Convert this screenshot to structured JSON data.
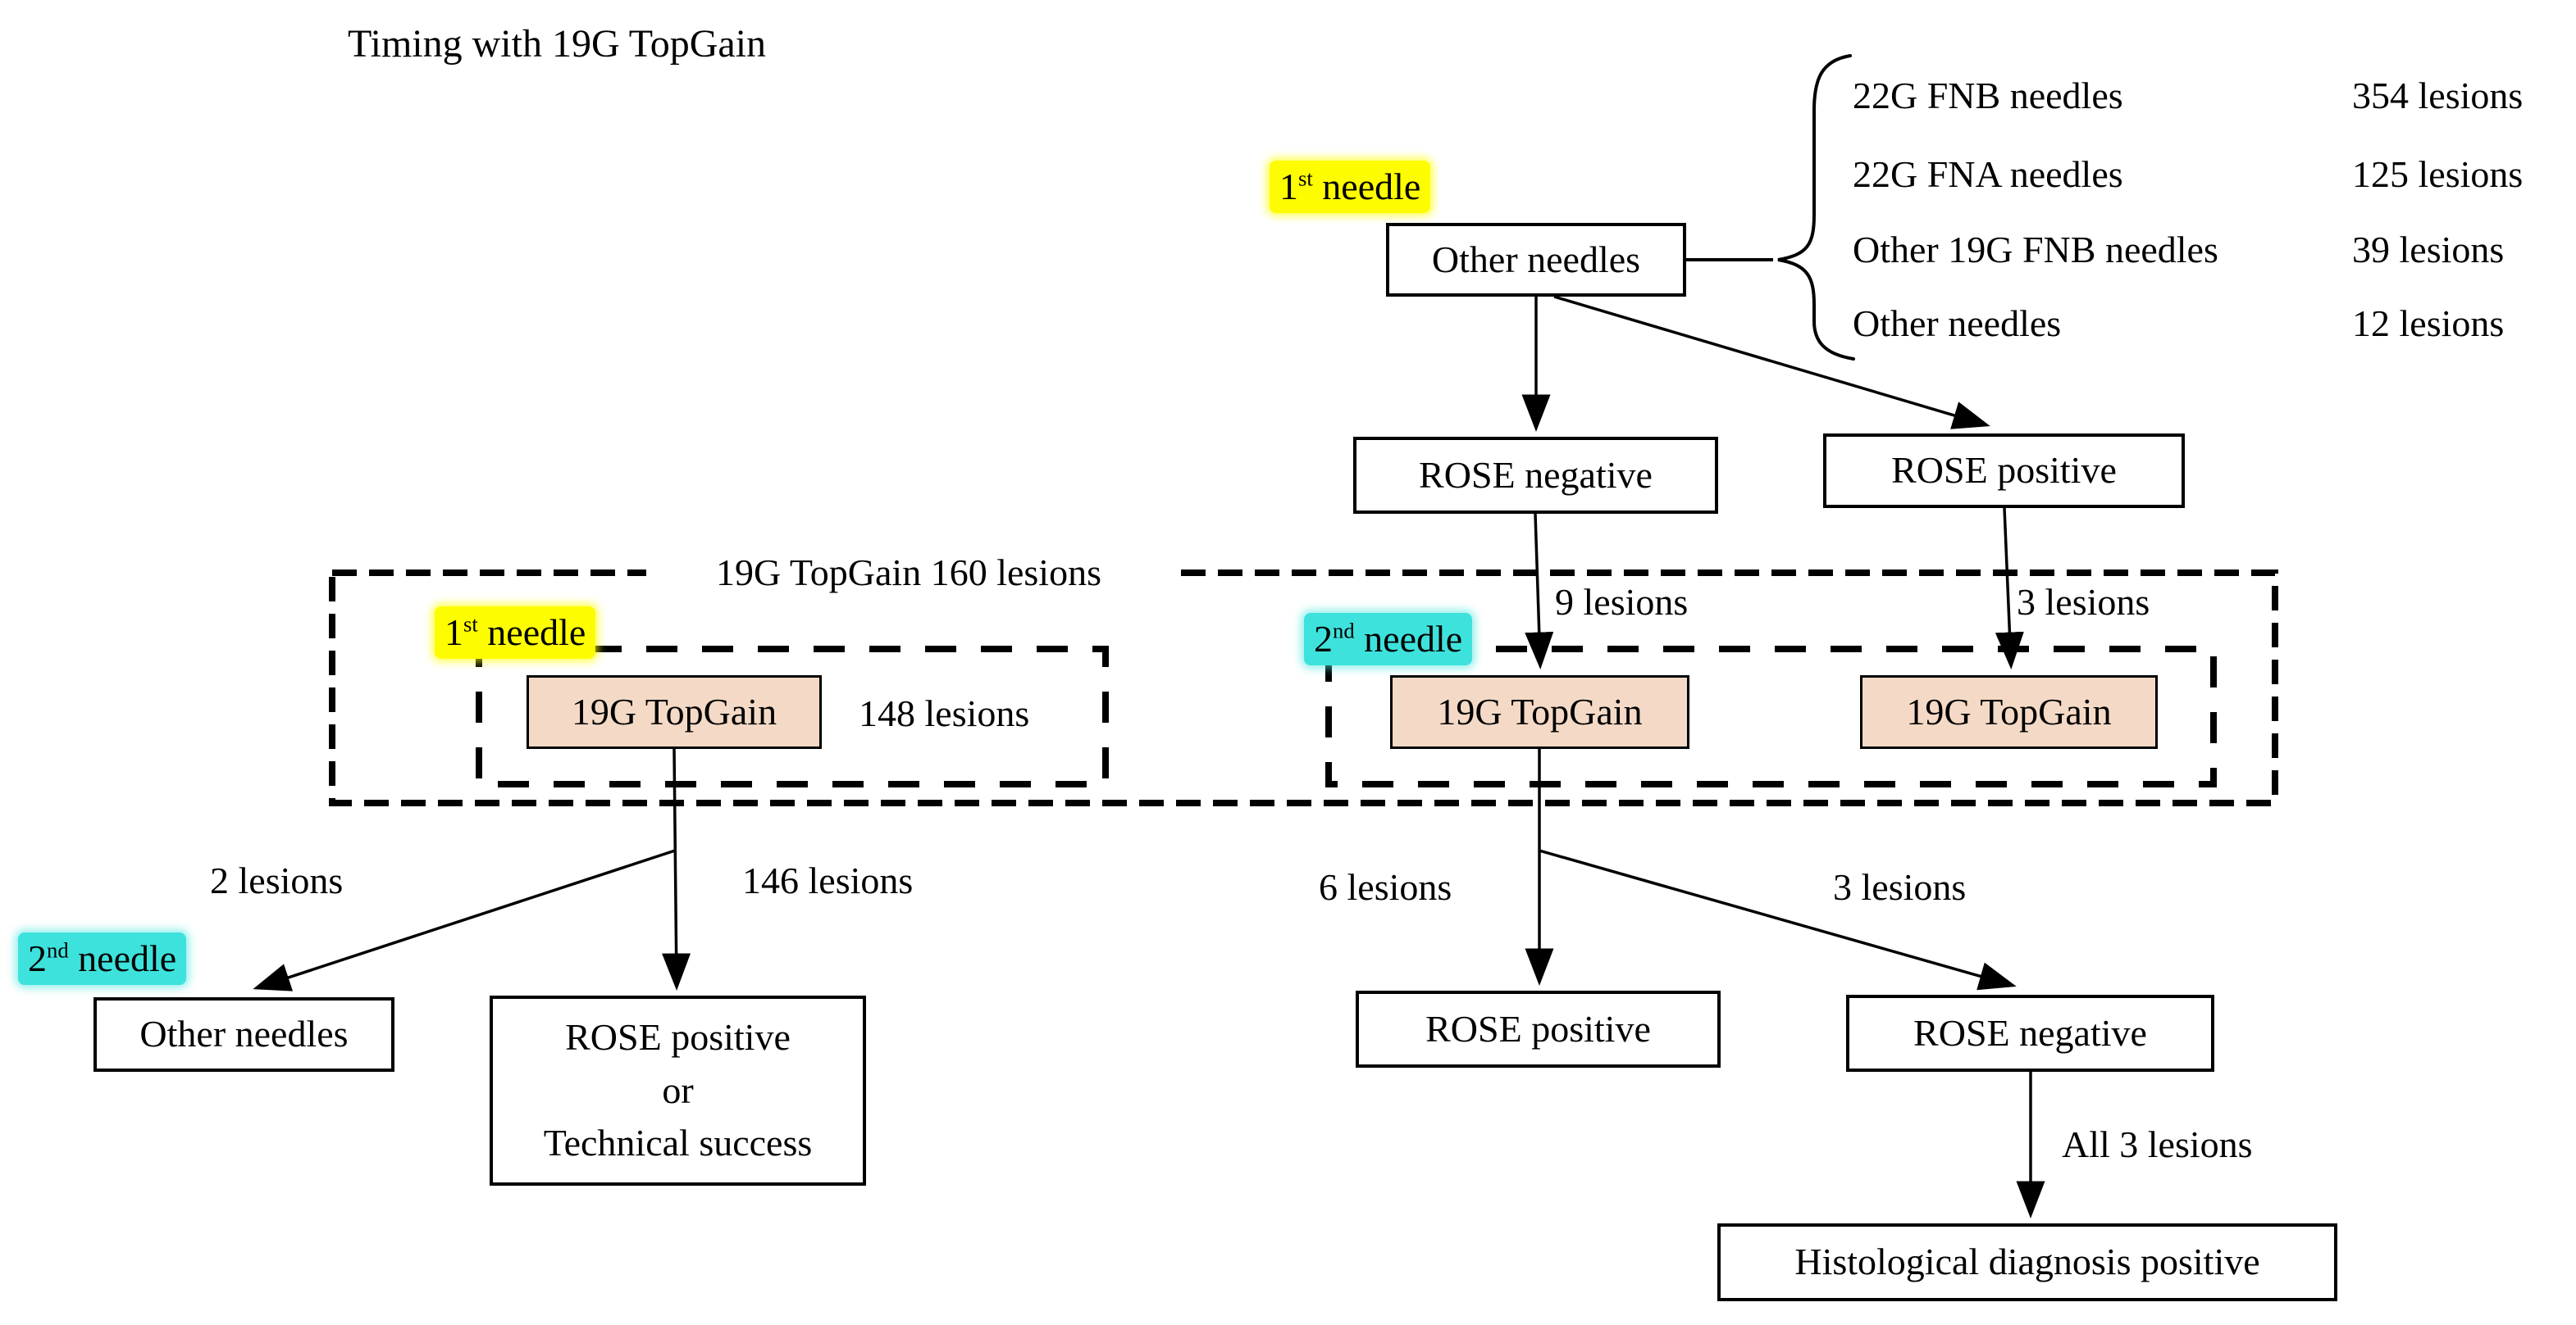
{
  "title": "Timing with 19G TopGain",
  "colors": {
    "highlight_yellow": "#FDFD00",
    "highlight_cyan": "#3EE2DC",
    "node_peach": "#F4DAC6",
    "line_black": "#000000"
  },
  "labels": {
    "first_needle": {
      "num": "1",
      "sup": "st",
      "rest": " needle"
    },
    "second_needle": {
      "num": "2",
      "sup": "nd",
      "rest": " needle"
    }
  },
  "top": {
    "other_needles_box": "Other needles",
    "needle_list": [
      {
        "name": "22G FNB needles",
        "count": "354 lesions"
      },
      {
        "name": "22G FNA needles",
        "count": "125 lesions"
      },
      {
        "name": "Other 19G FNB needles",
        "count": "39 lesions"
      },
      {
        "name": "Other needles",
        "count": "12 lesions"
      }
    ],
    "rose_negative": "ROSE negative",
    "rose_positive": "ROSE positive"
  },
  "group": {
    "label": "19G TopGain 160 lesions",
    "topgain_first": "19G TopGain",
    "topgain_first_count": "148 lesions",
    "topgain_second_mid": "19G TopGain",
    "topgain_second_right": "19G TopGain",
    "edge_rose_neg_to_mid": "9 lesions",
    "edge_rose_pos_to_right": "3 lesions"
  },
  "bottom": {
    "edge_to_other_needles": "2 lesions",
    "edge_to_rose_tech": "146 lesions",
    "other_needles_box": "Other needles",
    "rose_tech_lines": {
      "l1": "ROSE positive",
      "l2": "or",
      "l3": "Technical success"
    },
    "edge_to_rose_positive": "6 lesions",
    "edge_to_rose_negative": "3 lesions",
    "rose_positive": "ROSE positive",
    "rose_negative": "ROSE negative",
    "edge_all3": "All 3 lesions",
    "histology_box": "Histological diagnosis positive"
  }
}
